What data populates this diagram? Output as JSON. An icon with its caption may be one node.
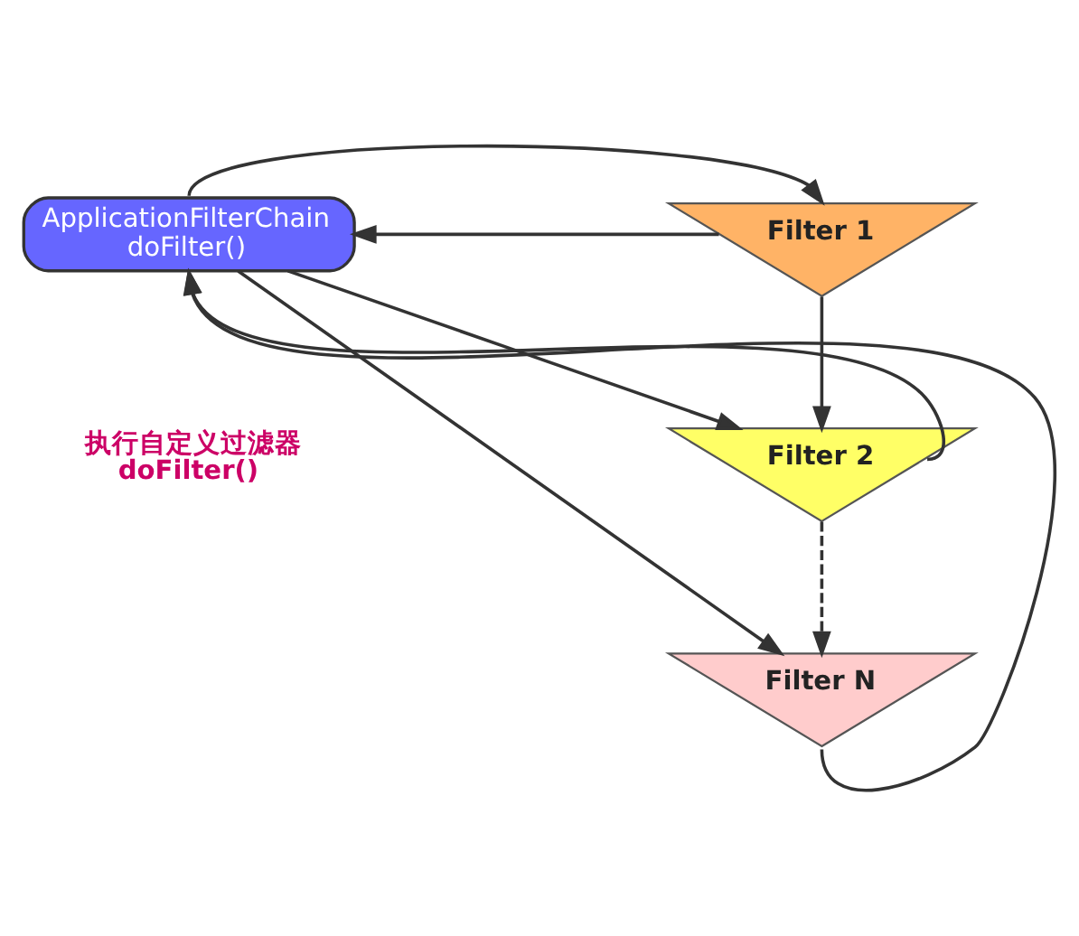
{
  "diagram": {
    "nodes": [
      {
        "text": [
          "ApplicationFilterChain doFilter()"
        ]
      },
      {
        "text": [
          "Filter 1"
        ]
      },
      {
        "text": [
          "Filter 2"
        ]
      },
      {
        "text": [
          "Filter N"
        ]
      }
    ],
    "edges": [
      {
        "from": 0,
        "to": 1,
        "arrow": "to"
      },
      {
        "from": 0,
        "to": 2,
        "arrow": "to"
      },
      {
        "from": 0,
        "to": 3,
        "arrow": "to"
      },
      {
        "from": 1,
        "to": 2,
        "arrow": "to"
      },
      {
        "from": 2,
        "to": 3,
        "arrow": "to",
        "style": "dashed"
      },
      {
        "from": 3,
        "to": 0,
        "arrow": "to"
      },
      {
        "from": 2,
        "to": 0,
        "arrow": "to"
      },
      {
        "from": 1,
        "to": 0,
        "arrow": "to"
      }
    ],
    "labels": [
      "执行自定义过滤器 doFilter()"
    ]
  }
}
